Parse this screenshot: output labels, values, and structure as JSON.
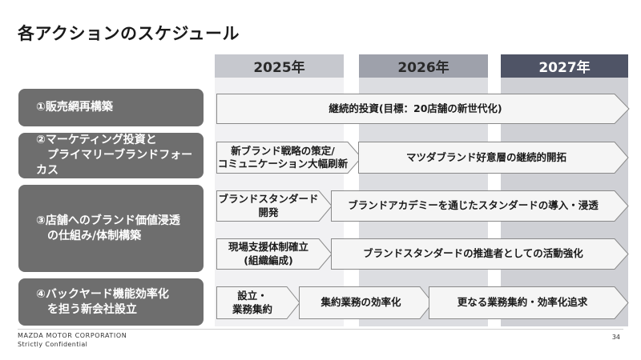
{
  "title": "各アクションのスケジュール",
  "years": [
    {
      "label": "2025年",
      "header_color": "#c6c8ce",
      "col_color": "#f1f1f3",
      "text_color": "#2a2a2a"
    },
    {
      "label": "2026年",
      "header_color": "#9ea1ab",
      "col_color": "#dcdde1",
      "text_color": "#2a2a2a"
    },
    {
      "label": "2027年",
      "header_color": "#4f5466",
      "col_color": "#cfd0d5",
      "text_color": "#ffffff"
    }
  ],
  "rows": [
    {
      "label": "①販売網再構築"
    },
    {
      "label": "②マーケティング投資と\n　プライマリーブランドフォーカス"
    },
    {
      "label": "③店舗へのブランド価値浸透\n　の仕組み/体制構築"
    },
    {
      "label": "④バックヤード機能効率化\n　を担う新会社設立"
    }
  ],
  "arrows": [
    {
      "text": "継続的投資(目標：20店舗の新世代化)"
    },
    {
      "text": "新ブランド戦略の策定/\nコミュニケーション大幅刷新"
    },
    {
      "text": "マツダブランド好意層の継続的開拓"
    },
    {
      "text": "ブランドスタンダード\n開発"
    },
    {
      "text": "ブランドアカデミーを通じたスタンダードの導入・浸透"
    },
    {
      "text": "現場支援体制確立\n(組織編成)"
    },
    {
      "text": "ブランドスタンダードの推進者としての活動強化"
    },
    {
      "text": "設立・\n業務集約"
    },
    {
      "text": "集約業務の効率化"
    },
    {
      "text": "更なる業務集約・効率化追求"
    }
  ],
  "footer": {
    "company": "MAZDA MOTOR CORPORATION",
    "confidential": "Strictly Confidential",
    "page": "34"
  },
  "colors": {
    "row_label_bg": "#6e6e6e",
    "arrow_fill": "#f5f5f5",
    "arrow_stroke": "#8a8a8a"
  }
}
